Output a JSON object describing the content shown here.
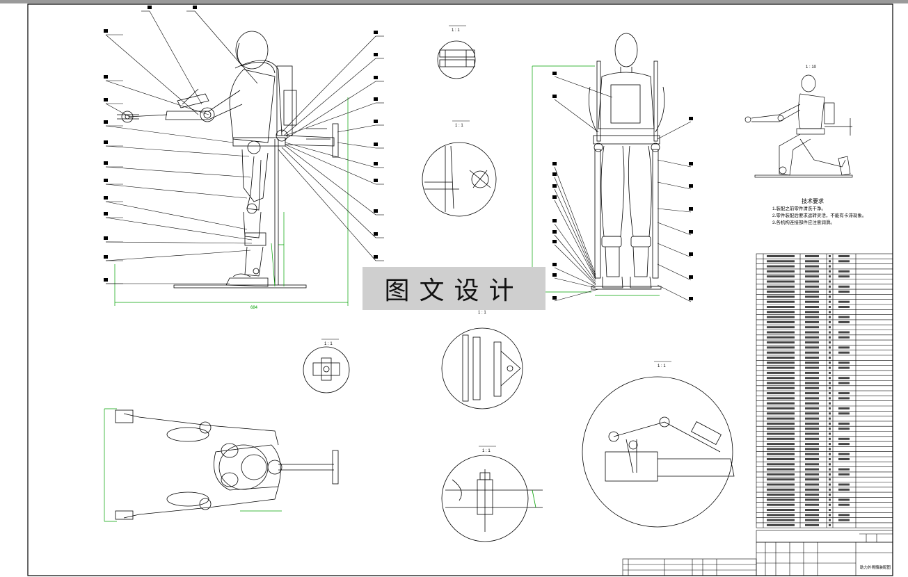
{
  "watermark": "图文设计",
  "scales": {
    "detail_top": "1 : 1",
    "detail_b": "1 : 1",
    "detail_c": "1 : 1",
    "detail_center": "1 : 1",
    "detail_right": "1 : 1",
    "detail_bottom": "1 : 1",
    "kneel_view": "1 : 10"
  },
  "tech_requirements": {
    "title": "技术要求",
    "items": [
      "1.装配之前零件清洗干净。",
      "2.零件装配后要求运转灵活，不能有卡滞现象。",
      "3.各机构连接部件应注意润滑。"
    ]
  },
  "drawing_title": "助力外骨骼装配图",
  "colors": {
    "line": "#000000",
    "dimension": "#00a000",
    "watermark_bg": "#cfcfcf",
    "frame": "#000000"
  }
}
